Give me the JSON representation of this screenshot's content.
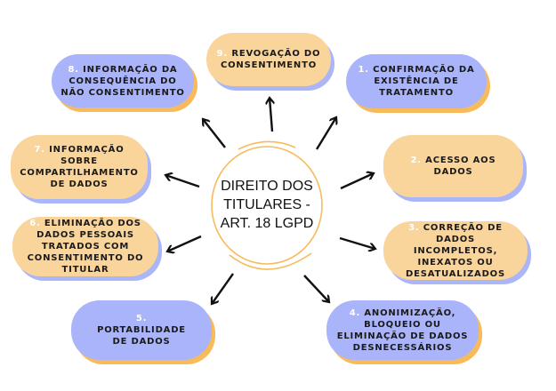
{
  "center": {
    "line1": "DIREITO DOS",
    "line2": "TITULARES -",
    "line3": "ART. 18 LGPD"
  },
  "colors": {
    "blue": "#a9b4fb",
    "orange": "#f9d49b",
    "ring": "#f7bb5c"
  },
  "items": [
    {
      "num": "1.",
      "text": "CONFIRMAÇÃO DA EXISTÊNCIA DE TRATAMENTO"
    },
    {
      "num": "2.",
      "text": "ACESSO AOS DADOS"
    },
    {
      "num": "3.",
      "text": "CORREÇÃO DE DADOS INCOMPLETOS, INEXATOS OU DESATUALIZADOS"
    },
    {
      "num": "4.",
      "text": "ANONIMIZAÇÃO, BLOQUEIO  OU ELIMINAÇÃO DE DADOS DESNECESSÁRIOS"
    },
    {
      "num": "5.",
      "text": "PORTABILIDADE DE DADOS"
    },
    {
      "num": "6.",
      "text": "ELIMINAÇÃO DOS DADOS PESSOAIS TRATADOS COM CONSENTIMENTO DO TITULAR"
    },
    {
      "num": "7.",
      "text": "INFORMAÇÃO SOBRE COMPARTILHAMENTO DE DADOS"
    },
    {
      "num": "8.",
      "text": "INFORMAÇÃO DA CONSEQUÊNCIA DO NÃO CONSENTIMENTO"
    },
    {
      "num": "9.",
      "text": "REVOGAÇÃO DO CONSENTIMENTO"
    }
  ]
}
